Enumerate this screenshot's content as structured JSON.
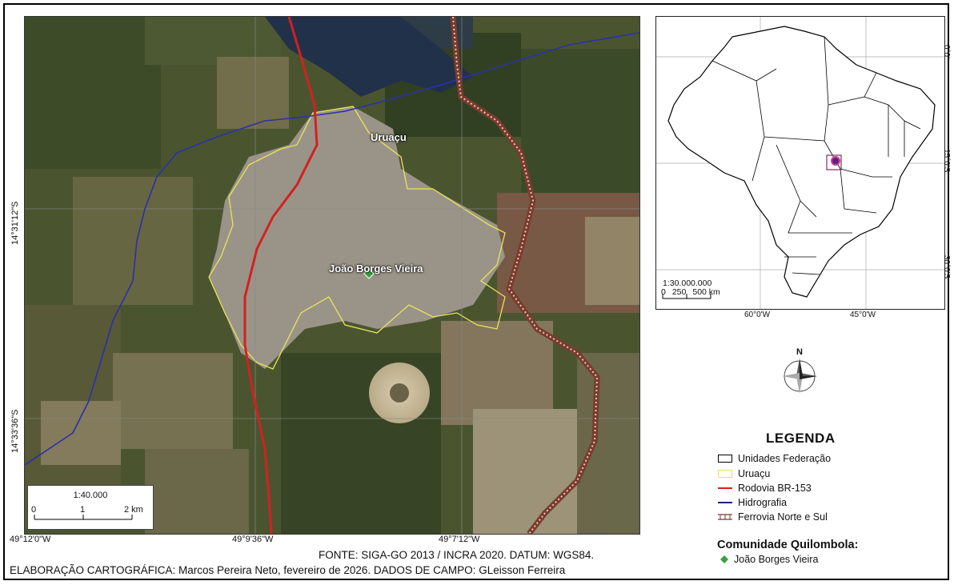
{
  "main_map": {
    "place_labels": {
      "city": "Uruaçu",
      "community": "João Borges Vieira"
    },
    "scale": {
      "ratio": "1:40.000",
      "ticks": [
        "0",
        "1",
        "2 km"
      ]
    },
    "coords": {
      "bottom": [
        "49°12'0\"W",
        "49°9'36\"W",
        "49°7'12\"W"
      ],
      "left": [
        "14°31'12\"S",
        "14°33'36\"S"
      ]
    }
  },
  "inset_map": {
    "scale": {
      "ratio": "1:30.000.000",
      "ticks": [
        "0",
        "250",
        "500 km"
      ]
    },
    "coords": {
      "bottom": [
        "60°0'W",
        "45°0'W"
      ],
      "right": [
        "0°0'",
        "15°0'S",
        "30°0'S"
      ]
    }
  },
  "north_arrow": {
    "label": "N"
  },
  "legend": {
    "title": "LEGENDA",
    "items": [
      {
        "label": "Unidades Federação",
        "color": "#000000"
      },
      {
        "label": "Uruaçu",
        "color": "#e8e35a"
      },
      {
        "label": "Rodovia BR-153",
        "color": "#d42020"
      },
      {
        "label": "Hidrografia",
        "color": "#1a237e"
      },
      {
        "label": "Ferrovia Norte e Sul",
        "color": "#7a3b2e"
      }
    ],
    "quilombola_title": "Comunidade Quilombola:",
    "quilombola_item": {
      "label": "João Borges Vieira",
      "color": "#3aa040"
    }
  },
  "credits": {
    "line1": "FONTE: SIGA-GO 2013 / INCRA 2020.   DATUM: WGS84.",
    "line2": "ELABORAÇÃO CARTOGRÁFICA: Marcos Pereira Neto, fevereiro de 2026.  DADOS DE CAMPO: GLeisson Ferreira"
  }
}
